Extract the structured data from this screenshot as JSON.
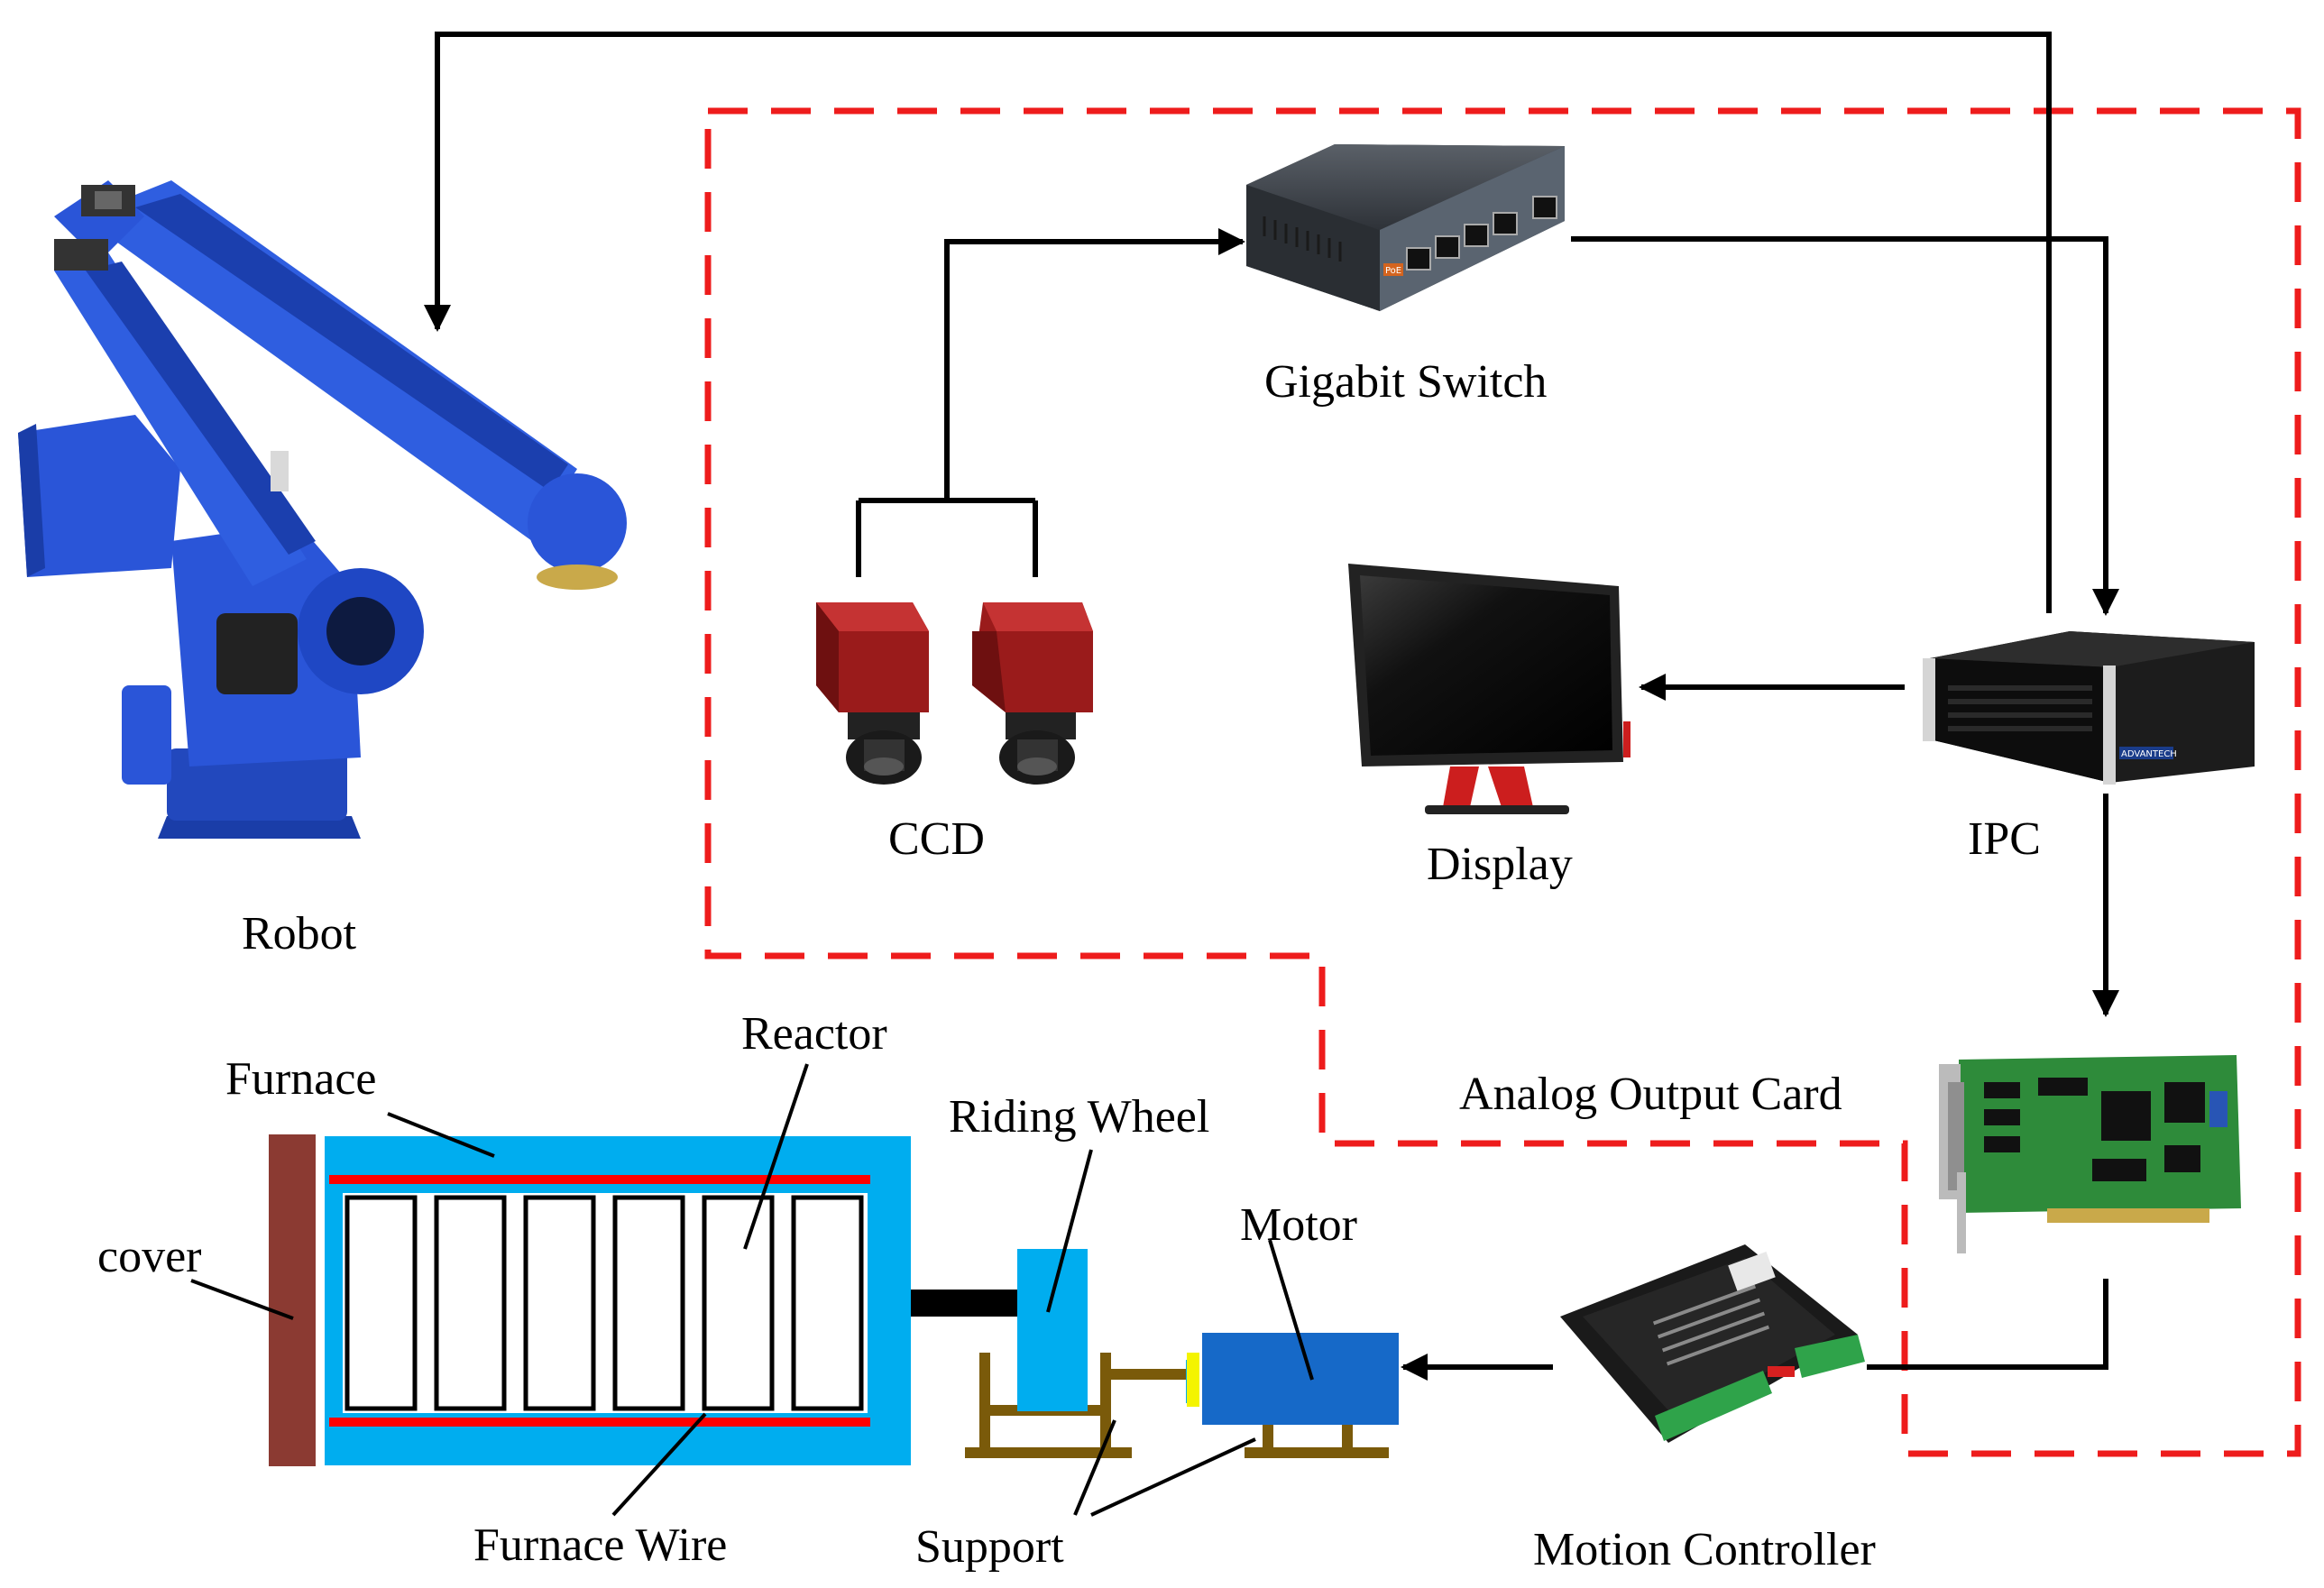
{
  "labels": {
    "robot": "Robot",
    "gigabit_switch": "Gigabit Switch",
    "ccd": "CCD",
    "display": "Display",
    "ipc": "IPC",
    "analog_output_card": "Analog Output Card",
    "motion_controller": "Motion Controller",
    "motor": "Motor",
    "riding_wheel": "Riding Wheel",
    "support": "Support",
    "reactor": "Reactor",
    "furnace": "Furnace",
    "furnace_wire": "Furnace Wire",
    "cover": "cover"
  },
  "device_text": {
    "switch_badge": "PoE",
    "ipc_brand": "ADVANTECH"
  },
  "colors": {
    "robot": "#2a55d8",
    "furnace": "#00adef",
    "cover": "#8b3a32",
    "furnace_wire": "#ff0000",
    "support": "#7a5a0a",
    "motor": "#1669c8",
    "coupling": "#f4f400",
    "camera": "#9a1b1b",
    "pcb": "#2e8b3a",
    "dashed_boundary": "#ee1c1c"
  }
}
